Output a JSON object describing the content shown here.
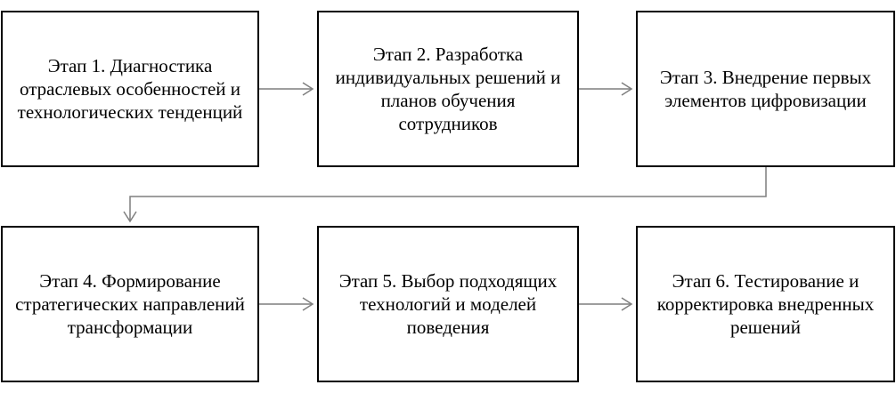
{
  "stages": [
    {
      "label": "Этап 1. Диагностика отраслевых особенностей и технологических тенденций"
    },
    {
      "label": "Этап 2. Разработка индивидуальных решений и планов обучения сотрудников"
    },
    {
      "label": "Этап 3. Внедрение первых элементов цифровизации"
    },
    {
      "label": "Этап 4. Формирование стратегических направлений трансформации"
    },
    {
      "label": "Этап 5. Выбор подходящих технологий и моделей поведения"
    },
    {
      "label": "Этап 6. Тестирование и корректировка внедренных решений"
    }
  ],
  "colors": {
    "box_border": "#000000",
    "arrow": "#7f7f7f",
    "text": "#000000"
  }
}
